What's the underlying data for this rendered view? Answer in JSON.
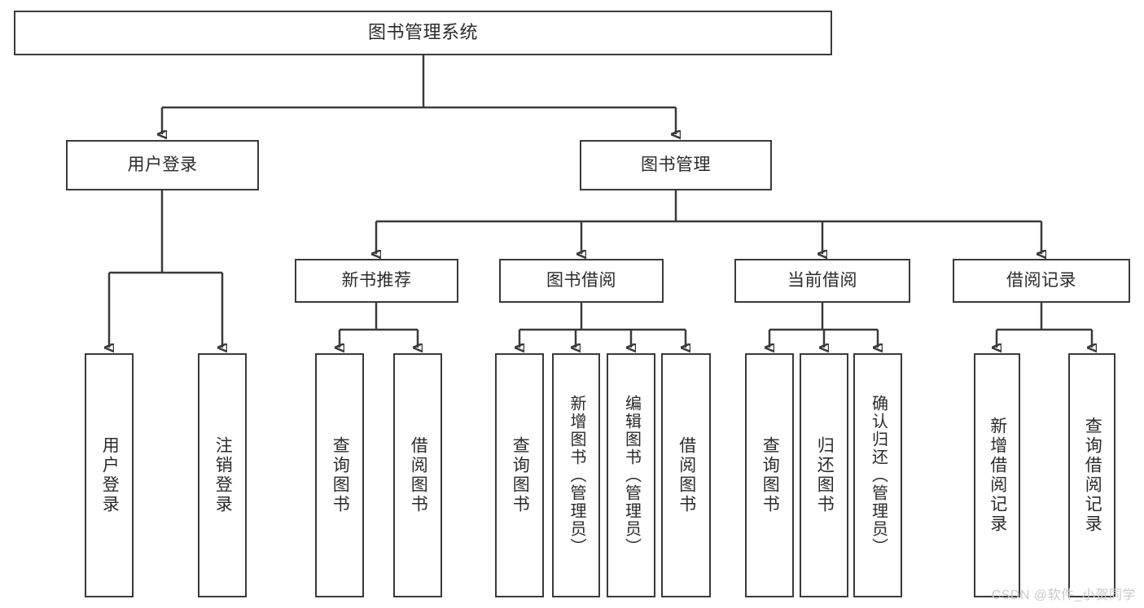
{
  "diagram": {
    "title": "图书管理系统",
    "type": "tree-hierarchy",
    "watermark": "CSDN @软件_小贺同学",
    "colors": {
      "stroke": "#3a3a3a",
      "text": "#2b2b2b",
      "background": "#ffffff",
      "watermark": "#c9c9c9"
    },
    "root": {
      "label": "图书管理系统"
    },
    "level2": [
      {
        "label": "用户登录"
      },
      {
        "label": "图书管理"
      }
    ],
    "level3": [
      {
        "label": "新书推荐"
      },
      {
        "label": "图书借阅"
      },
      {
        "label": "当前借阅"
      },
      {
        "label": "借阅记录"
      }
    ],
    "leaves": {
      "user_login": [
        {
          "label": "用户登录"
        },
        {
          "label": "注销登录"
        }
      ],
      "new_book": [
        {
          "label": "查询图书"
        },
        {
          "label": "借阅图书"
        }
      ],
      "book_borrow": [
        {
          "label": "查询图书"
        },
        {
          "label": "新增图书（管理员）"
        },
        {
          "label": "编辑图书（管理员）"
        },
        {
          "label": "借阅图书"
        }
      ],
      "current_borrow": [
        {
          "label": "查询图书"
        },
        {
          "label": "归还图书"
        },
        {
          "label": "确认归还（管理员）"
        }
      ],
      "borrow_record": [
        {
          "label": "新增借阅记录"
        },
        {
          "label": "查询借阅记录"
        }
      ]
    }
  }
}
